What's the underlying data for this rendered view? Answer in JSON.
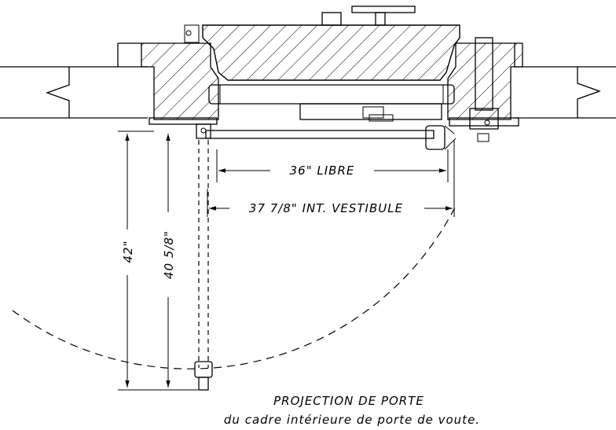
{
  "dimensions": {
    "clear_width": "36\" LIBRE",
    "vestibule_width": "37 7/8\" INT. VESTIBULE",
    "total_depth": "42\"",
    "inner_depth": "40 5/8\""
  },
  "caption": {
    "title": "PROJECTION DE PORTE",
    "subtitle": "du cadre intérieure de porte de voute."
  },
  "colors": {
    "ink": "#000000",
    "paper": "#ffffff"
  }
}
